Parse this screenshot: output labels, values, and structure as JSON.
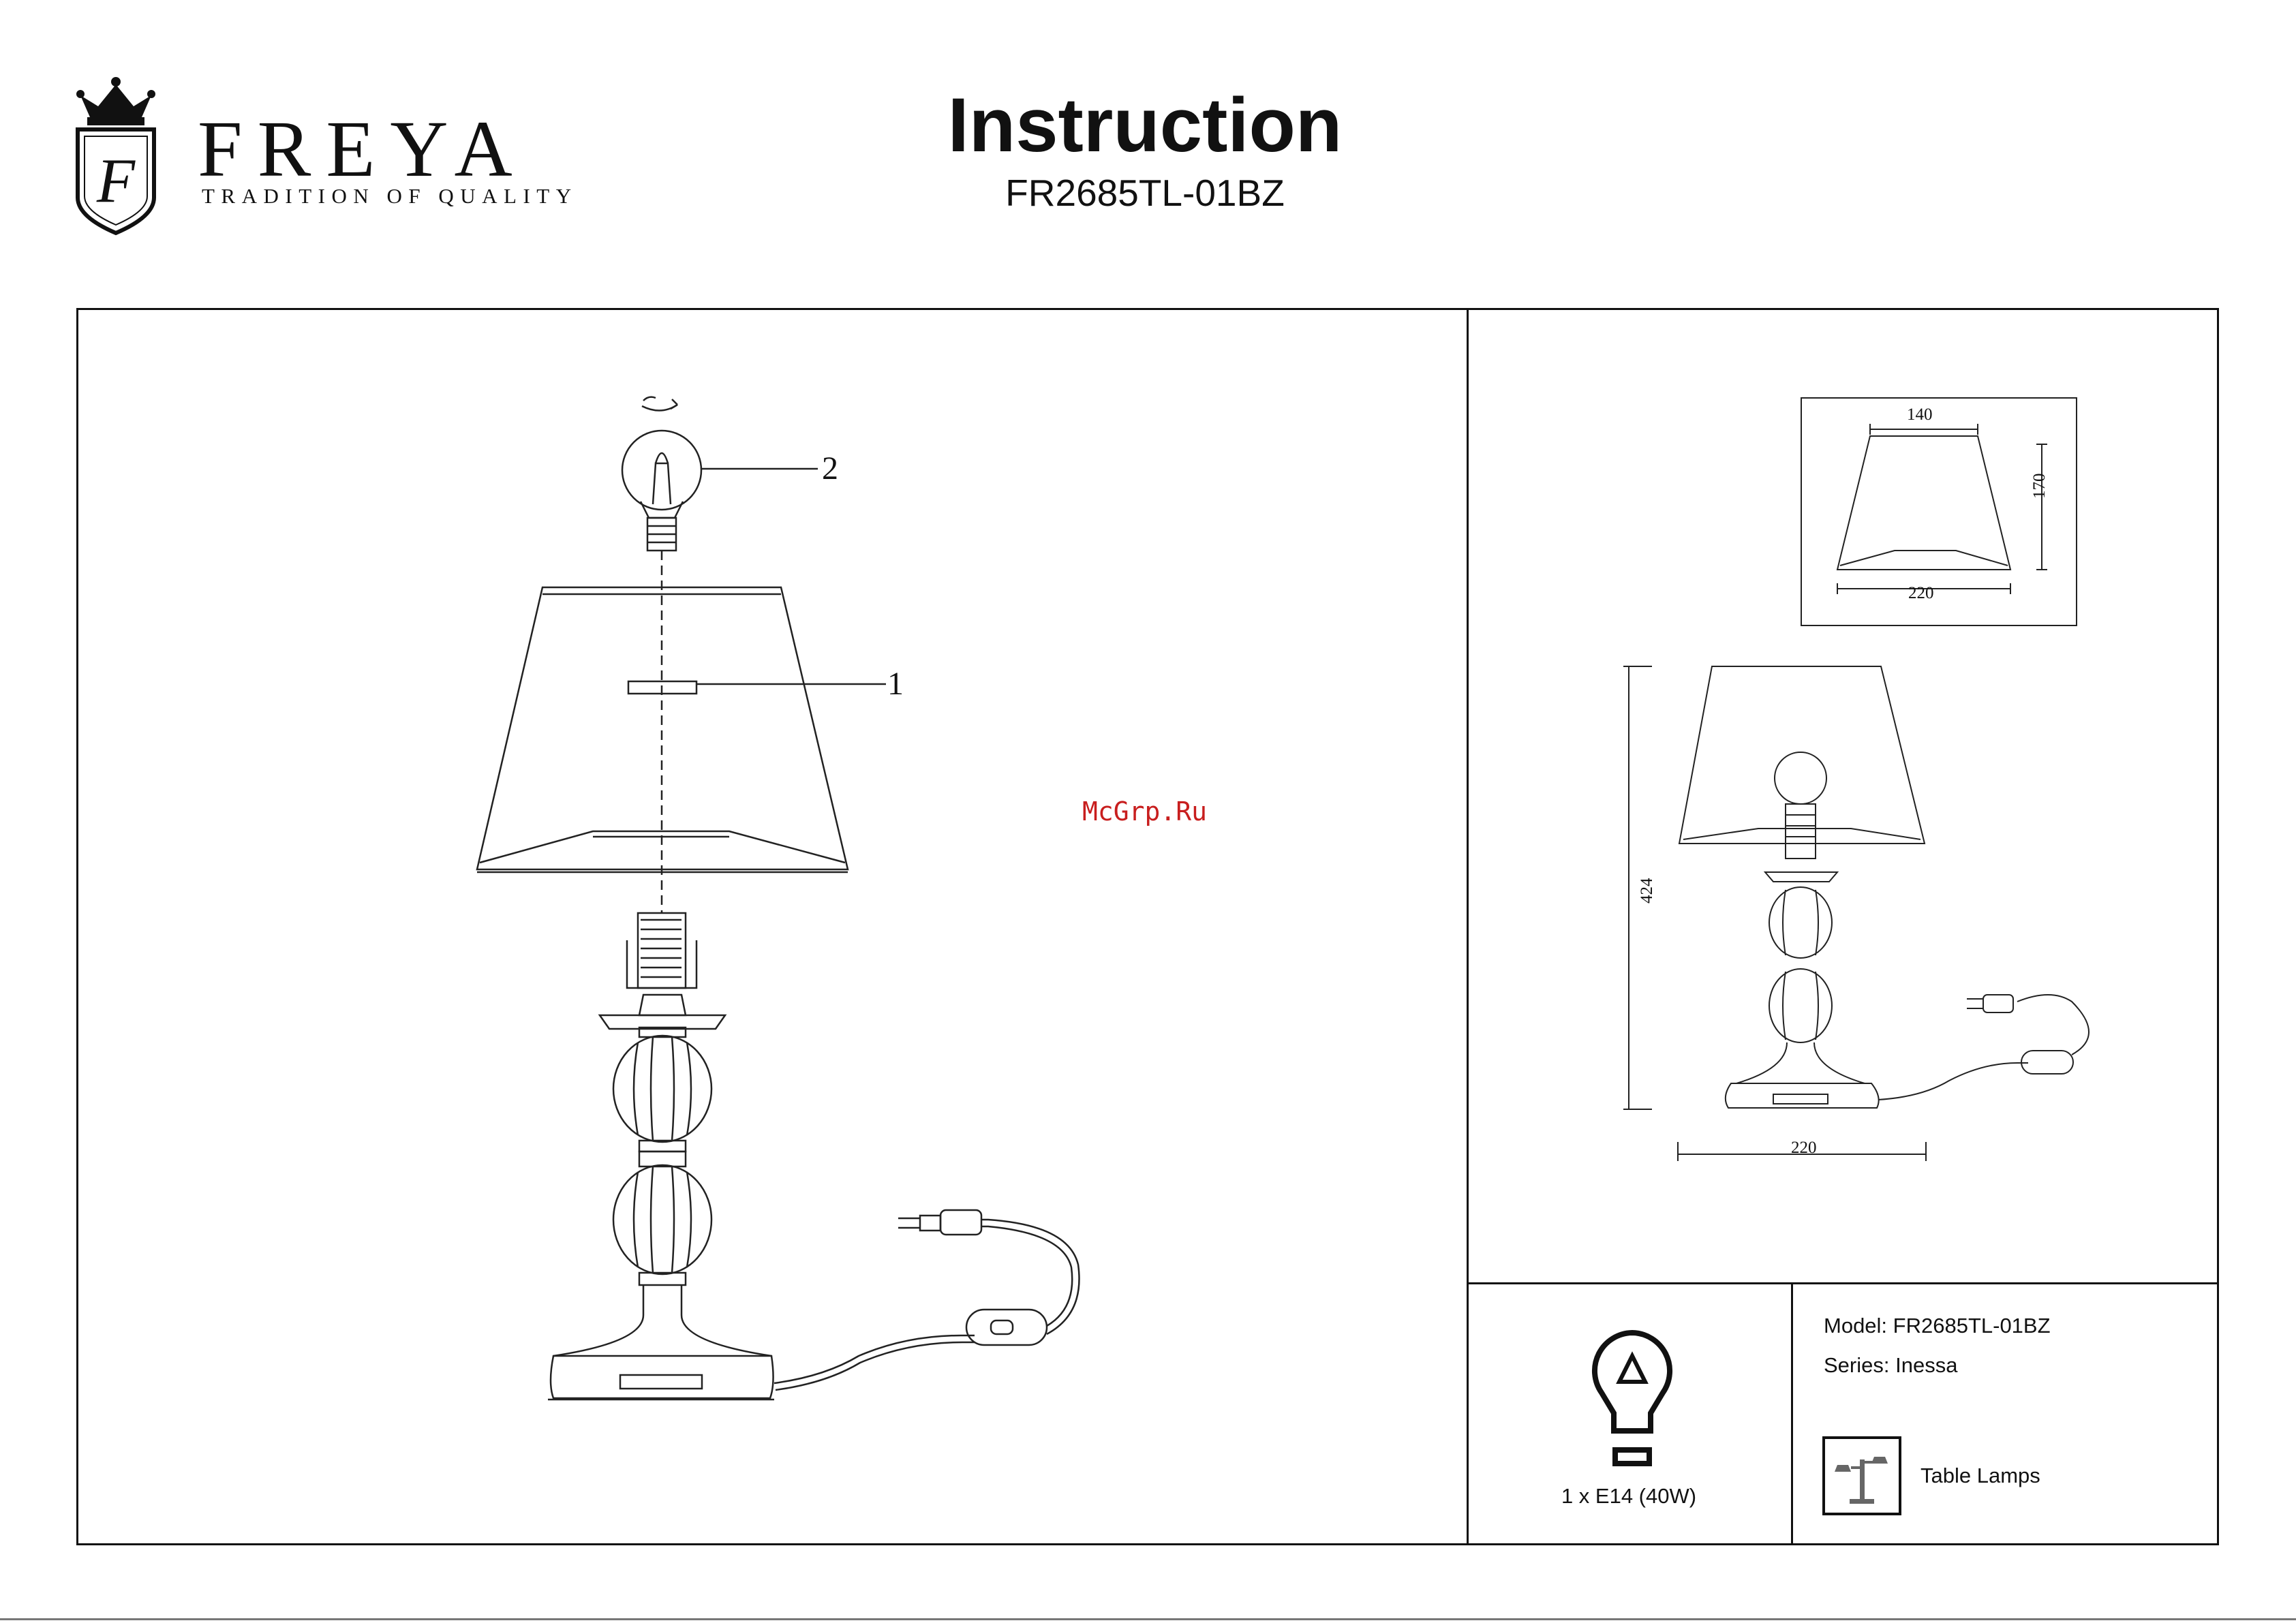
{
  "header": {
    "brand_name": "FREYA",
    "brand_tagline": "TRADITION OF QUALITY",
    "logo_letter": "F",
    "title": "Instruction",
    "model_code": "FR2685TL-01BZ"
  },
  "assembly": {
    "callouts": [
      {
        "number": "2"
      },
      {
        "number": "1"
      }
    ]
  },
  "dimensions": {
    "shade_top": "140",
    "shade_height": "170",
    "shade_bottom": "220",
    "lamp_height": "424",
    "base_width": "220"
  },
  "watermark": "McGrp.Ru",
  "info": {
    "bulb_spec": "1 x E14 (40W)",
    "model_line": "Model: FR2685TL-01BZ",
    "series_line": "Series: Inessa",
    "category": "Table Lamps"
  },
  "icons": [
    "crown-logo-icon",
    "rotate-arrow-icon",
    "light-bulb-icon",
    "table-lamp-icon"
  ],
  "colors": {
    "ink": "#111111",
    "watermark": "#c81e1e"
  }
}
